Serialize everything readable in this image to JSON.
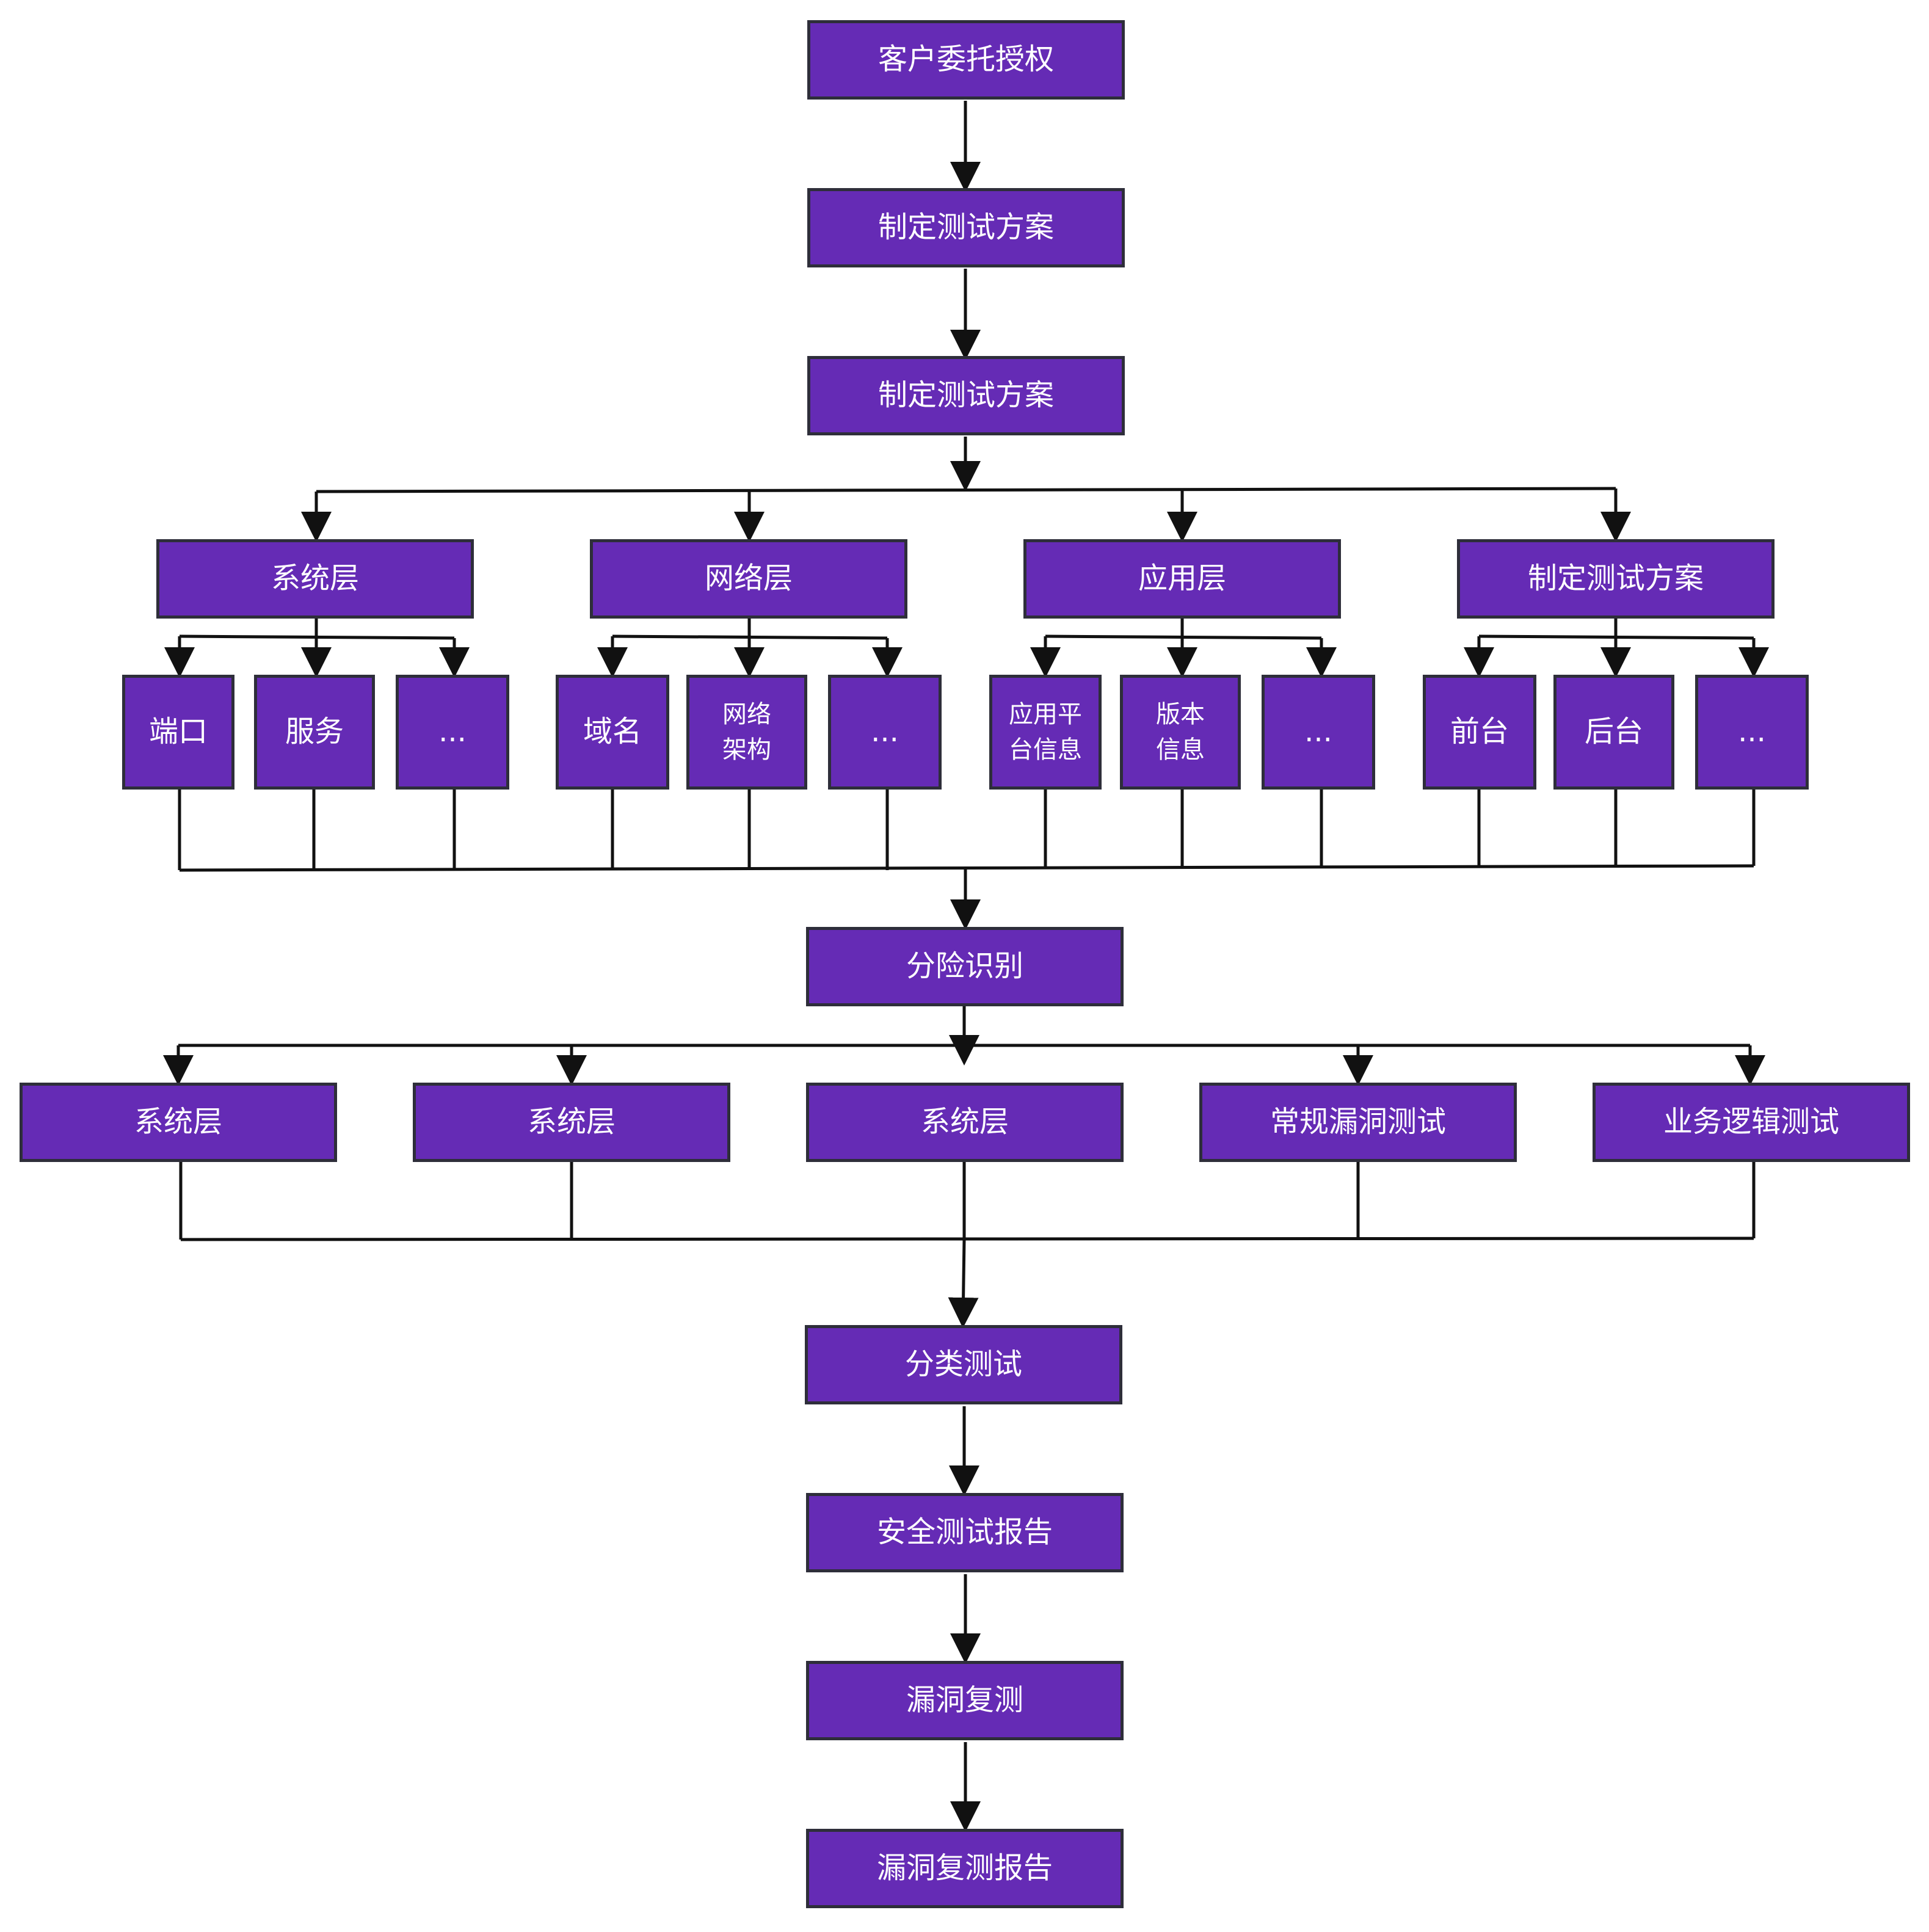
{
  "colors": {
    "node_fill": "#652bb5",
    "node_border": "#2e2e3a",
    "node_text": "#ffffff",
    "connector": "#111111"
  },
  "main_flow": {
    "step1": "客户委托授权",
    "step2": "制定测试方案",
    "step3": "制定测试方案"
  },
  "categories": {
    "system": "系统层",
    "network": "网络层",
    "application": "应用层",
    "plan": "制定测试方案"
  },
  "details": {
    "system": [
      "端口",
      "服务",
      "..."
    ],
    "network": [
      "域名",
      "网络\n架构",
      "..."
    ],
    "application": [
      "应用平\n台信息",
      "版本\n信息",
      "..."
    ],
    "plan": [
      "前台",
      "后台",
      "..."
    ]
  },
  "risk": "分险识别",
  "risk_types": [
    "系统层",
    "系统层",
    "系统层",
    "常规漏洞测试",
    "业务逻辑测试"
  ],
  "tail_flow": {
    "classify": "分类测试",
    "report": "安全测试报告",
    "retest": "漏洞复测",
    "retest_report": "漏洞复测报告"
  }
}
